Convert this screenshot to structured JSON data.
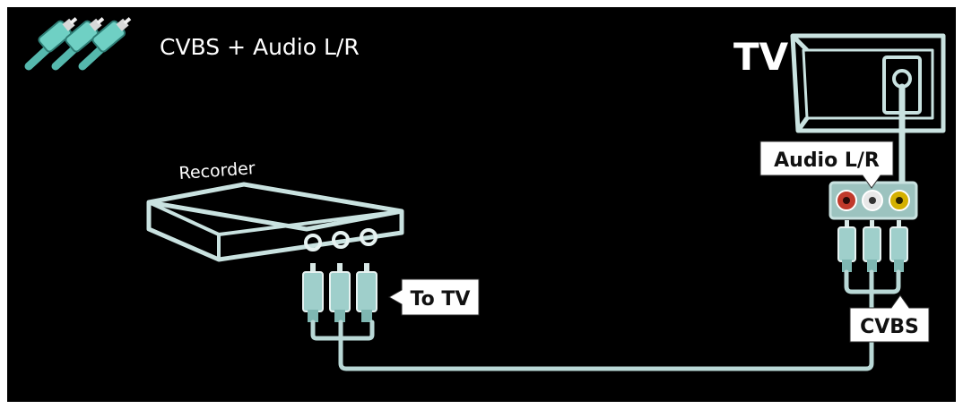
{
  "title": "CVBS + Audio L/R",
  "device_tv_label": "TV",
  "device_recorder_label": "Recorder",
  "callouts": {
    "to_tv": "To TV",
    "audio_lr": "Audio L/R",
    "cvbs": "CVBS"
  },
  "icons": {
    "header": "rca-cables-icon",
    "tv": "tv-outline-icon",
    "recorder": "recorder-box-icon"
  },
  "colors": {
    "background": "#000000",
    "outline": "#c9e2e0",
    "cable": "#b9d8d6",
    "plug_body": "#9fcfcb",
    "jack_red": "#c0392b",
    "jack_white": "#e8e8e8",
    "jack_yellow": "#d4b000",
    "icon_teal": "#6fd0c4",
    "label_bg": "#ffffff",
    "label_text": "#111111"
  }
}
